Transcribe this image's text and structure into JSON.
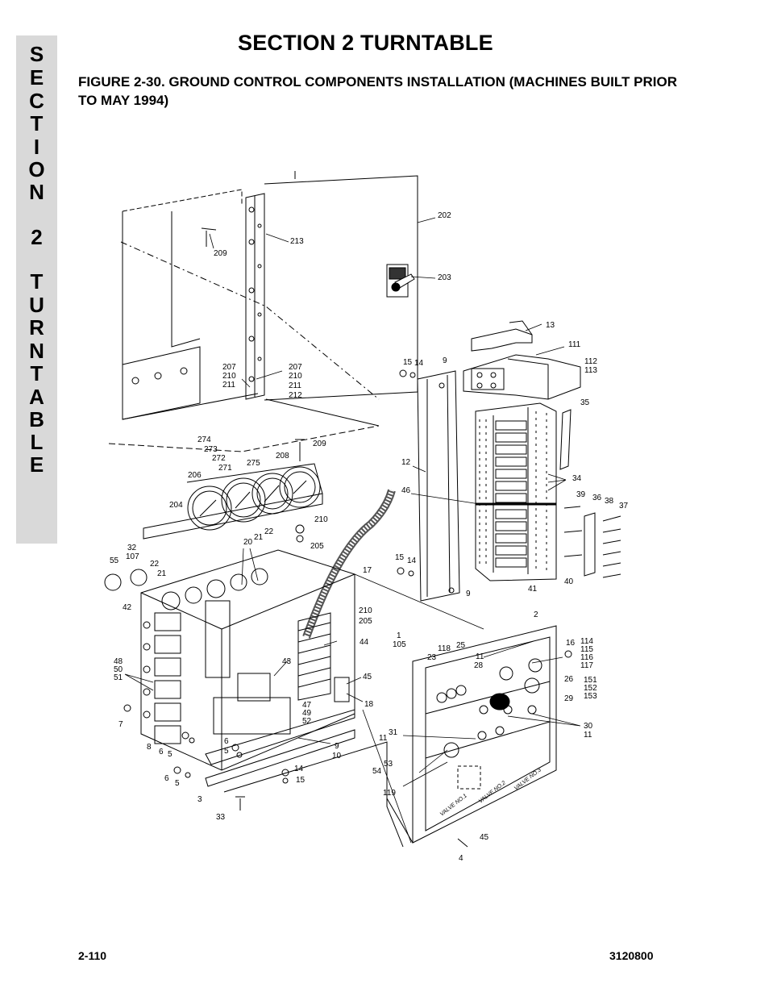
{
  "side_tab": {
    "letters": [
      "S",
      "E",
      "C",
      "T",
      "I",
      "O",
      "N",
      "2",
      "T",
      "U",
      "R",
      "N",
      "T",
      "A",
      "B",
      "L",
      "E"
    ]
  },
  "header": {
    "section_title": "SECTION 2  TURNTABLE",
    "figure_title": "FIGURE 2-30.  GROUND CONTROL COMPONENTS INSTALLATION (MACHINES BUILT PRIOR TO MAY 1994)"
  },
  "callouts": [
    "202",
    "213",
    "209",
    "203",
    "13",
    "111",
    "112",
    "113",
    "15",
    "14",
    "9",
    "207",
    "210",
    "211",
    "207",
    "210",
    "211",
    "212",
    "35",
    "274",
    "273",
    "272",
    "271",
    "209",
    "208",
    "275",
    "206",
    "204",
    "12",
    "46",
    "34",
    "39",
    "36",
    "38",
    "37",
    "210",
    "205",
    "22",
    "20",
    "21",
    "32",
    "107",
    "55",
    "22",
    "21",
    "17",
    "15",
    "14",
    "40",
    "41",
    "9",
    "42",
    "2",
    "210",
    "205",
    "1",
    "105",
    "44",
    "48",
    "50",
    "51",
    "43",
    "118",
    "25",
    "23",
    "11",
    "28",
    "16",
    "114",
    "115",
    "116",
    "117",
    "45",
    "18",
    "26",
    "151",
    "152",
    "153",
    "29",
    "47",
    "49",
    "52",
    "7",
    "31",
    "11",
    "30",
    "11",
    "6",
    "5",
    "8",
    "6",
    "5",
    "9",
    "10",
    "53",
    "54",
    "14",
    "15",
    "6",
    "5",
    "119",
    "3",
    "33",
    "45",
    "4",
    "VALVE NO.1",
    "VALVE NO.2",
    "VALVE NO.3"
  ],
  "footer": {
    "page_number": "2-110",
    "doc_number": "3120800"
  }
}
